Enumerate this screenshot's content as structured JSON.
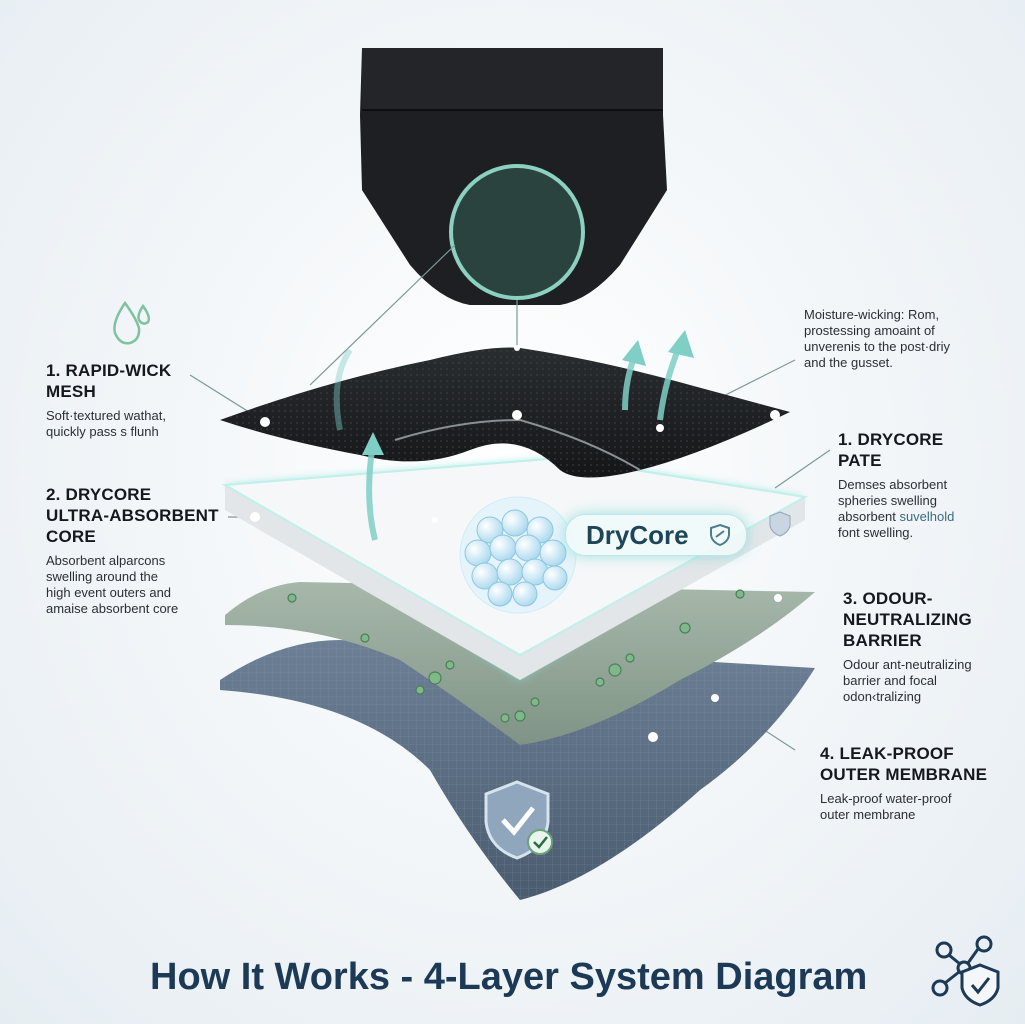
{
  "title": "How It Works - 4-Layer System Diagram",
  "badge": {
    "label": "DryCore",
    "icon": "shield-icon"
  },
  "layers": [
    {
      "heading_line1": "1. RAPID-WICK",
      "heading_line2": "MESH",
      "desc_line1": "Soft·textured wathat,",
      "desc_line2": "quickly pass s flunh"
    },
    {
      "heading_line1": "2. DRYCORE",
      "heading_line2": "ULTRA-ABSORBENT",
      "heading_line3": "CORE",
      "desc_line1": "Absorbent alparcons",
      "desc_line2": "swelling around the",
      "desc_line3": "high event outers and",
      "desc_line4": "amaise absorbent core"
    },
    {
      "heading_line1": "3. ODOUR-",
      "heading_line2": "NEUTRALIZING",
      "heading_line3": "BARRIER",
      "desc_line1": "Odour ant-neutralizing",
      "desc_line2": "barrier and focal",
      "desc_line3": "odon‹tralizing"
    },
    {
      "heading_line1": "4. LEAK-PROOF",
      "heading_line2": "OUTER MEMBRANE",
      "desc_line1": "Leak-proof water-proof",
      "desc_line2": "outer membrane"
    }
  ],
  "moisture_note": {
    "line1": "Moisture-wicking: Rom,",
    "line2": "prostessing amoaint of",
    "line3": "unverenis to the post·driy",
    "line4": "and the gusset."
  },
  "drycore_pate": {
    "heading_line1": "1. DRYCORE",
    "heading_line2": "PATE",
    "desc_line1": "Demses absorbent",
    "desc_line2": "spheries swelling",
    "desc_line3_a": "absorbent ",
    "desc_line3_b": "suvelhold",
    "desc_line4": "font swelling."
  },
  "colors": {
    "title": "#1c3a56",
    "mesh": "#1e2124",
    "core": "#f3f4f5",
    "barrier": "#8fa396",
    "membrane": "#5d6f83",
    "glow": "#7fe3da"
  }
}
